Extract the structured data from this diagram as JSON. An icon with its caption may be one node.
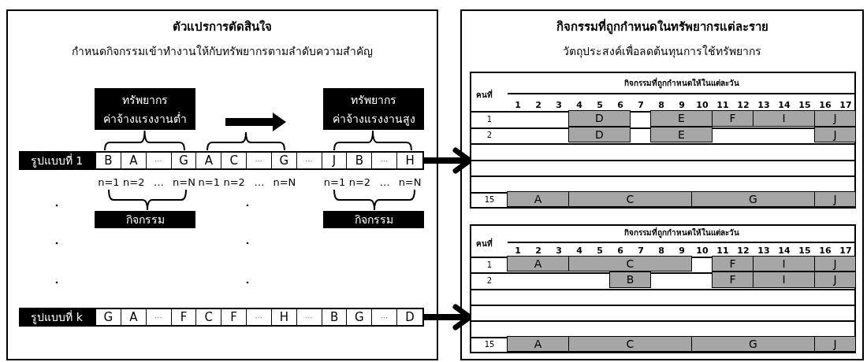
{
  "diagram": {
    "nodes": [
      {
        "text": [
          "ตัวแปรการตัดสินใจ",
          "กำหนดกิจกรรมเข้าทำงานให้กับทรัพยากรตามลำดับความสำคัญ"
        ]
      },
      {
        "text": [
          "กิจกรรมที่ถูกกำหนดในทรัพยากรแต่ละราย",
          "วัตถุประสงค์เพื่อลดต้นทุนการใช้ทรัพยากร"
        ]
      },
      {
        "text": [
          "ทรัพยากร ค่าจ้างแรงงานต่ำ"
        ],
        "in": 0
      },
      {
        "text": [
          "ทรัพยากร ค่าจ้างแรงงานสูง"
        ],
        "in": 0
      },
      {
        "text": [
          "รูปแบบที่ 1"
        ],
        "in": 0
      },
      {
        "text": [
          "B",
          "A",
          "⋯",
          "G",
          "A",
          "C",
          "⋯",
          "G",
          "⋯",
          "J",
          "B",
          "⋯",
          "H"
        ],
        "in": 0
      },
      {
        "text": [
          "กิจกรรม"
        ],
        "in": 0
      },
      {
        "text": [
          "กิจกรรม"
        ],
        "in": 0
      },
      {
        "text": [
          "รูปแบบที่ k"
        ],
        "in": 0
      },
      {
        "text": [
          "G",
          "A",
          "⋯",
          "F",
          "C",
          "F",
          "⋯",
          "H",
          "⋯",
          "B",
          "G",
          "⋯",
          "D"
        ],
        "in": 0
      },
      {
        "text": [
          "คนที่",
          "กิจกรรมที่ถูกกำหนดให้ในแต่ละวัน",
          "1",
          "2",
          "3",
          "4",
          "5",
          "6",
          "7",
          "8",
          "9",
          "10",
          "11",
          "12",
          "13",
          "14",
          "15",
          "16",
          "17",
          "1",
          "2",
          "15"
        ],
        "in": 1
      },
      {
        "text": [
          "D"
        ],
        "in": 10
      },
      {
        "text": [
          "E"
        ],
        "in": 10
      },
      {
        "text": [
          "F"
        ],
        "in": 10
      },
      {
        "text": [
          "I"
        ],
        "in": 10
      },
      {
        "text": [
          "J"
        ],
        "in": 10
      },
      {
        "text": [
          "D"
        ],
        "in": 10
      },
      {
        "text": [
          "E"
        ],
        "in": 10
      },
      {
        "text": [
          "J"
        ],
        "in": 10
      },
      {
        "text": [
          "A"
        ],
        "in": 10
      },
      {
        "text": [
          "C"
        ],
        "in": 10
      },
      {
        "text": [
          "G"
        ],
        "in": 10
      },
      {
        "text": [
          "J"
        ],
        "in": 10
      },
      {
        "text": [
          "คนที่",
          "กิจกรรมที่ถูกกำหนดให้ในแต่ละวัน",
          "1",
          "2",
          "3",
          "4",
          "5",
          "6",
          "7",
          "8",
          "9",
          "10",
          "11",
          "12",
          "13",
          "14",
          "15",
          "16",
          "17",
          "1",
          "2",
          "15"
        ],
        "in": 1
      },
      {
        "text": [
          "A"
        ],
        "in": 23
      },
      {
        "text": [
          "C"
        ],
        "in": 23
      },
      {
        "text": [
          "F"
        ],
        "in": 23
      },
      {
        "text": [
          "I"
        ],
        "in": 23
      },
      {
        "text": [
          "J"
        ],
        "in": 23
      },
      {
        "text": [
          "B"
        ],
        "in": 23
      },
      {
        "text": [
          "F"
        ],
        "in": 23
      },
      {
        "text": [
          "I"
        ],
        "in": 23
      },
      {
        "text": [
          "J"
        ],
        "in": 23
      },
      {
        "text": [
          "A"
        ],
        "in": 23
      },
      {
        "text": [
          "C"
        ],
        "in": 23
      },
      {
        "text": [
          "G"
        ],
        "in": 23
      },
      {
        "text": [
          "J"
        ],
        "in": 23
      }
    ],
    "edges": [
      {
        "from": 5,
        "to": 10,
        "arrow": "to"
      },
      {
        "from": 9,
        "to": 23,
        "arrow": "to"
      }
    ],
    "labels": [
      "n=1",
      "n=2",
      "…",
      "n=N",
      "n=1",
      "n=2",
      "…",
      "n=N",
      "n=1",
      "n=2",
      "…",
      "n=N"
    ]
  }
}
